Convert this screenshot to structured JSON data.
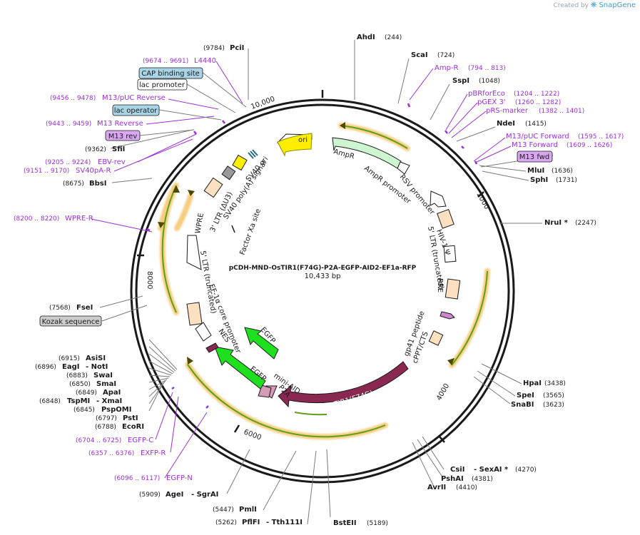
{
  "watermark": {
    "prefix": "Created by",
    "brand": "SnapGene"
  },
  "plasmid": {
    "name": "pCDH-MND-OsTIR1(F74G)-P2A-EGFP-AID2-EF1a-RFP",
    "size_label": "10,433 bp",
    "length": 10433
  },
  "ticks": [
    "10,000",
    "2000",
    "4000",
    "6000",
    "8000"
  ],
  "enzymes": [
    {
      "name": "AhdI",
      "pos": "(244)"
    },
    {
      "name": "ScaI",
      "pos": "(724)"
    },
    {
      "name": "SspI",
      "pos": "(1048)"
    },
    {
      "name": "NdeI",
      "pos": "(1415)"
    },
    {
      "name": "MluI",
      "pos": "(1636)"
    },
    {
      "name": "SphI",
      "pos": "(1731)"
    },
    {
      "name": "NruI *",
      "pos": "(2247)"
    },
    {
      "name": "HpaI",
      "pos": "(3438)"
    },
    {
      "name": "SpeI",
      "pos": "(3565)"
    },
    {
      "name": "SnaBI",
      "pos": "(3623)"
    },
    {
      "name": "CsiI",
      "pos": ""
    },
    {
      "name": "- SexAI *",
      "pos": "(4270)"
    },
    {
      "name": "PshAI",
      "pos": "(4381)"
    },
    {
      "name": "AvrII",
      "pos": "(4410)"
    },
    {
      "name": "BstEII",
      "pos": "(5189)"
    },
    {
      "name": "PflFI",
      "pos": "(5262)"
    },
    {
      "name": "- Tth111I",
      "pos": ""
    },
    {
      "name": "PmlI",
      "pos": "(5447)"
    },
    {
      "name": "AgeI",
      "pos": "(5909)"
    },
    {
      "name": "- SgrAI",
      "pos": ""
    },
    {
      "name": "EcoRI",
      "pos": "(6788)"
    },
    {
      "name": "PstI",
      "pos": "(6797)"
    },
    {
      "name": "PspOMI",
      "pos": "(6845)"
    },
    {
      "name": "TspMI",
      "pos": "(6848)"
    },
    {
      "name": "- XmaI",
      "pos": ""
    },
    {
      "name": "ApaI",
      "pos": "(6849)"
    },
    {
      "name": "SmaI",
      "pos": "(6850)"
    },
    {
      "name": "SwaI",
      "pos": "(6883)"
    },
    {
      "name": "EagI",
      "pos": "(6896)"
    },
    {
      "name": "- NotI",
      "pos": ""
    },
    {
      "name": "AsiSI",
      "pos": "(6915)"
    },
    {
      "name": "FseI",
      "pos": "(7568)"
    },
    {
      "name": "BbsI",
      "pos": "(8675)"
    },
    {
      "name": "SfiI",
      "pos": "(9362)"
    },
    {
      "name": "PciI",
      "pos": "(9784)"
    }
  ],
  "primers": [
    {
      "name": "Amp-R",
      "pos": "(794 .. 813)"
    },
    {
      "name": "pBRforEco",
      "pos": "(1204 .. 1222)"
    },
    {
      "name": "pGEX 3'",
      "pos": "(1260 .. 1282)"
    },
    {
      "name": "pRS-marker",
      "pos": "(1382 .. 1401)"
    },
    {
      "name": "M13/pUC Forward",
      "pos": "(1595 .. 1617)"
    },
    {
      "name": "M13 Forward",
      "pos": "(1609 .. 1626)"
    },
    {
      "name": "L4440",
      "pos": "(9674 .. 9691)"
    },
    {
      "name": "M13/pUC Reverse",
      "pos": "(9456 .. 9478)"
    },
    {
      "name": "M13 Reverse",
      "pos": "(9443 .. 9459)"
    },
    {
      "name": "EBV-rev",
      "pos": "(9205 .. 9224)"
    },
    {
      "name": "SV40pA-R",
      "pos": "(9151 .. 9170)"
    },
    {
      "name": "WPRE-R",
      "pos": "(8200 .. 8220)"
    },
    {
      "name": "EGFP-C",
      "pos": "(6704 .. 6725)"
    },
    {
      "name": "EXFP-R",
      "pos": "(6357 .. 6376)"
    },
    {
      "name": "EGFP-N",
      "pos": "(6096 .. 6117)"
    }
  ],
  "boxes": [
    "CAP binding site",
    "lac promoter",
    "lac operator",
    "M13 rev",
    "M13 fwd",
    "Kozak sequence"
  ],
  "features": [
    "ori",
    "AmpR",
    "AmpR promoter",
    "RSV promoter",
    "HIV-1 Ψ",
    "5' LTR (truncated)",
    "RRE",
    "gp41 peptide",
    "cPPT/CTS",
    "OsTIR1(F74G)",
    "P2A",
    "mini-AID",
    "EGFP",
    "NES",
    "EGFP",
    "EF-1α core promoter",
    "5' LTR (truncated)",
    "WPRE",
    "3' LTR (ΔU3)",
    "SV40 poly(A) signal",
    "SV40 ori",
    "Factor Xa site"
  ],
  "colors": {
    "circle": "#1a1a1a",
    "primer": "#9b30d9",
    "box_blue": "#a8d4e6",
    "box_purple": "#d9a8f0",
    "ori": "#ffee00",
    "ampr": "#ccf5d0",
    "tir": "#8a2852",
    "egfp": "#1fe01f",
    "orf_glow": "#f5c56b"
  }
}
